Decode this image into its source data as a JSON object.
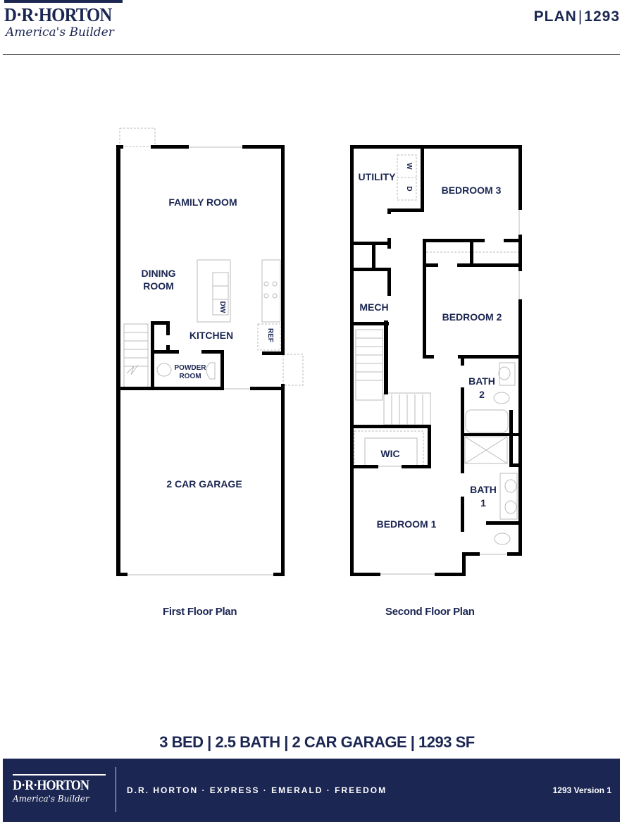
{
  "header": {
    "brand": "D·R·HORTON",
    "tagline": "America's Builder",
    "plan_label": "PLAN",
    "plan_separator": "|",
    "plan_number": "1293"
  },
  "first_floor": {
    "caption": "First Floor Plan",
    "rooms": {
      "family_room": "FAMILY ROOM",
      "dining_line1": "DINING",
      "dining_line2": "ROOM",
      "kitchen": "KITCHEN",
      "dw": "DW",
      "ref": "REF",
      "powder_line1": "POWDER",
      "powder_line2": "ROOM",
      "garage": "2 CAR GARAGE"
    }
  },
  "second_floor": {
    "caption": "Second Floor Plan",
    "rooms": {
      "utility": "UTILITY",
      "washer": "W",
      "dryer": "D",
      "bedroom3": "BEDROOM 3",
      "bedroom2": "BEDROOM 2",
      "mech": "MECH",
      "bath2_line1": "BATH",
      "bath2_line2": "2",
      "wic": "WIC",
      "bath1_line1": "BATH",
      "bath1_line2": "1",
      "bedroom1": "BEDROOM 1"
    }
  },
  "summary": "3 BED | 2.5 BATH | 2 CAR GARAGE | 1293 SF",
  "footer": {
    "brand": "D·R·HORTON",
    "tagline": "America's Builder",
    "brands_line": "D.R. HORTON · EXPRESS · EMERALD · FREEDOM",
    "version": "1293 Version 1"
  },
  "colors": {
    "navy": "#1b2652",
    "wall": "#000000",
    "fixture": "#bbbbbb"
  }
}
